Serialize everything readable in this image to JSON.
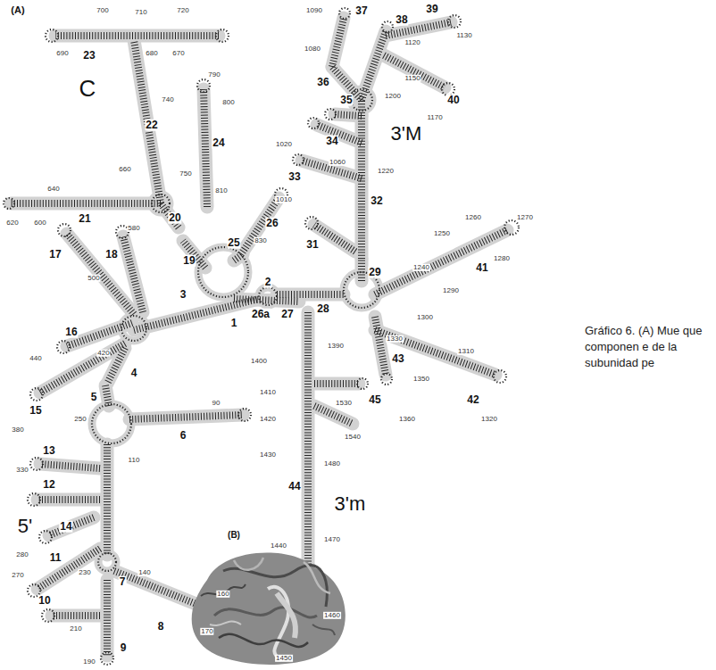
{
  "diagram": {
    "caption": "Gráfico 6. (A) Mue que componen e de la subunidad pe",
    "labels": [
      "(A)",
      "(B)",
      "C",
      "5'",
      "3'M",
      "3'm",
      "1",
      "2",
      "3",
      "4",
      "5",
      "6",
      "7",
      "8",
      "9",
      "10",
      "11",
      "12",
      "13",
      "14",
      "15",
      "16",
      "17",
      "18",
      "19",
      "20",
      "21",
      "22",
      "23",
      "24",
      "25",
      "26",
      "26a",
      "27",
      "28",
      "29",
      "31",
      "32",
      "33",
      "34",
      "35",
      "36",
      "37",
      "38",
      "39",
      "40",
      "41",
      "42",
      "43",
      "44",
      "45",
      "700",
      "710",
      "720",
      "690",
      "680",
      "670",
      "660",
      "740",
      "750",
      "790",
      "800",
      "810",
      "830",
      "640",
      "620",
      "600",
      "580",
      "500",
      "440",
      "380",
      "420",
      "330",
      "280",
      "270",
      "250",
      "230",
      "210",
      "190",
      "170",
      "160",
      "140",
      "110",
      "90",
      "1010",
      "1020",
      "1060",
      "1080",
      "1090",
      "1120",
      "1130",
      "1150",
      "1170",
      "1200",
      "1220",
      "1240",
      "1250",
      "1260",
      "1270",
      "1280",
      "1290",
      "1300",
      "1310",
      "1320",
      "1330",
      "1350",
      "1360",
      "1390",
      "1400",
      "1410",
      "1420",
      "1430",
      "1440",
      "1450",
      "1460",
      "1470",
      "1480",
      "1530",
      "1540"
    ]
  }
}
